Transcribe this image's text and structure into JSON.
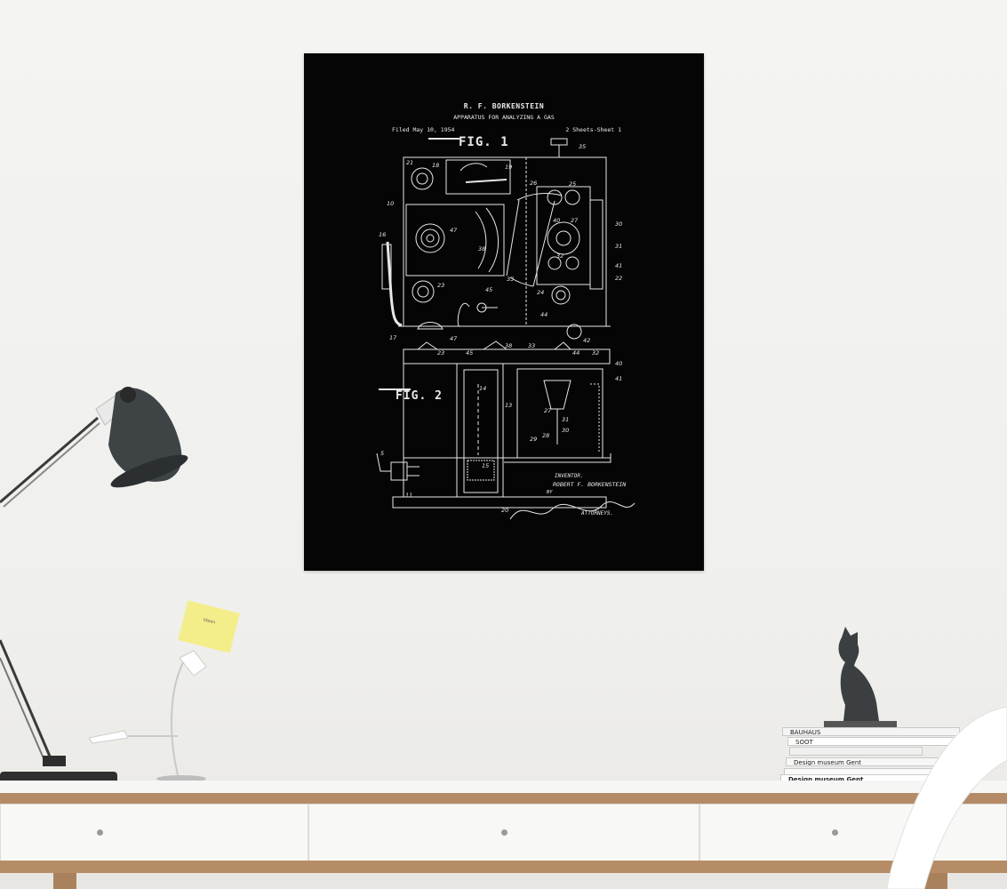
{
  "poster": {
    "inventor_header": "R. F. BORKENSTEIN",
    "title": "APPARATUS FOR ANALYZING A GAS",
    "filed": "Filed May 10, 1954",
    "sheets": "2 Sheets-Sheet 1",
    "fig1": "FIG. 1",
    "fig2": "FIG. 2",
    "inventor_label": "INVENTOR.",
    "inventor_name": "ROBERT F. BORKENSTEIN",
    "by": "BY",
    "signature": "Lockwood, Galt, Woodard & Smith",
    "attorneys": "ATTORNEYS.",
    "fig1_refs": [
      "35",
      "21",
      "18",
      "19",
      "25",
      "26",
      "10",
      "47",
      "40",
      "27",
      "30",
      "16",
      "38",
      "31",
      "32",
      "41",
      "22",
      "33",
      "23",
      "45",
      "24",
      "44",
      "17",
      "47",
      "42"
    ],
    "fig2_refs": [
      "38",
      "33",
      "45",
      "23",
      "44",
      "32",
      "40",
      "41",
      "14",
      "13",
      "27",
      "31",
      "5",
      "28",
      "29",
      "30",
      "11",
      "15",
      "20"
    ]
  },
  "books": [
    {
      "label": "BAUHAUS"
    },
    {
      "label": "SOOT"
    },
    {
      "label": "Design museum Gent"
    },
    {
      "label": "Design museum Gent"
    }
  ],
  "sticky_note": {
    "text": "Ideen"
  },
  "colors": {
    "poster_bg": "#050505",
    "line": "#e8e8e8",
    "wall": "#f3f3f1",
    "desk_edge": "#b48b66"
  }
}
